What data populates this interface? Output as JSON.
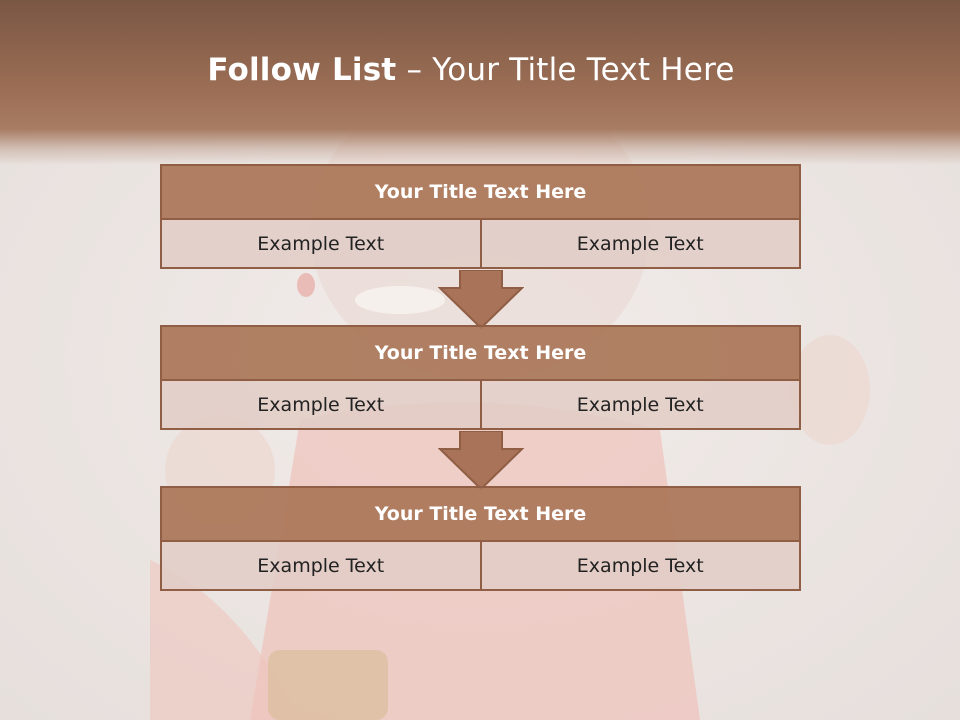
{
  "slide": {
    "title_bold": "Follow List",
    "title_rest": " – Your Title Text Here",
    "colors": {
      "header": "#9c6e55",
      "box_title": "#aa7658",
      "box_border": "#8f5e44",
      "cell": "#e1cdc6"
    },
    "background_image": "smiling-woman-photo"
  },
  "blocks": [
    {
      "title": "Your Title Text Here",
      "left": "Example Text",
      "right": "Example Text"
    },
    {
      "title": "Your Title Text Here",
      "left": "Example Text",
      "right": "Example Text"
    },
    {
      "title": "Your Title Text Here",
      "left": "Example Text",
      "right": "Example Text"
    }
  ]
}
